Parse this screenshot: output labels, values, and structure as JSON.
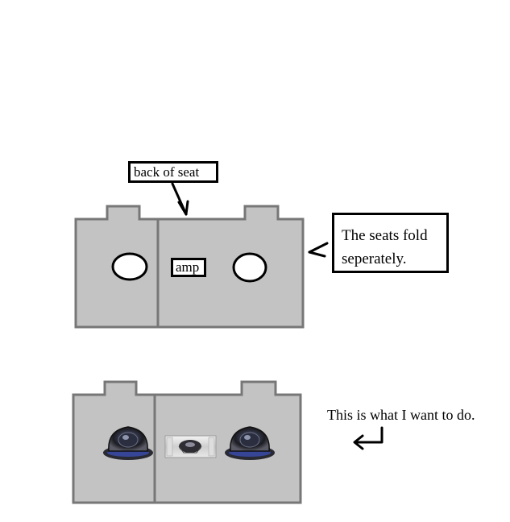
{
  "labels": {
    "back_of_seat": "back of seat",
    "seats_fold_line1": "The seats fold",
    "seats_fold_line2": "seperately.",
    "amp": "amp",
    "want_caption": "This is what I want to do."
  },
  "colors": {
    "seat_fill": "#c3c3c3",
    "seat_stroke": "#777777",
    "ink": "#000000",
    "background": "#ffffff"
  },
  "icons": {
    "subwoofer": "subwoofer-icon",
    "amplifier": "amplifier-icon",
    "return_arrow": "return-arrow-icon"
  }
}
